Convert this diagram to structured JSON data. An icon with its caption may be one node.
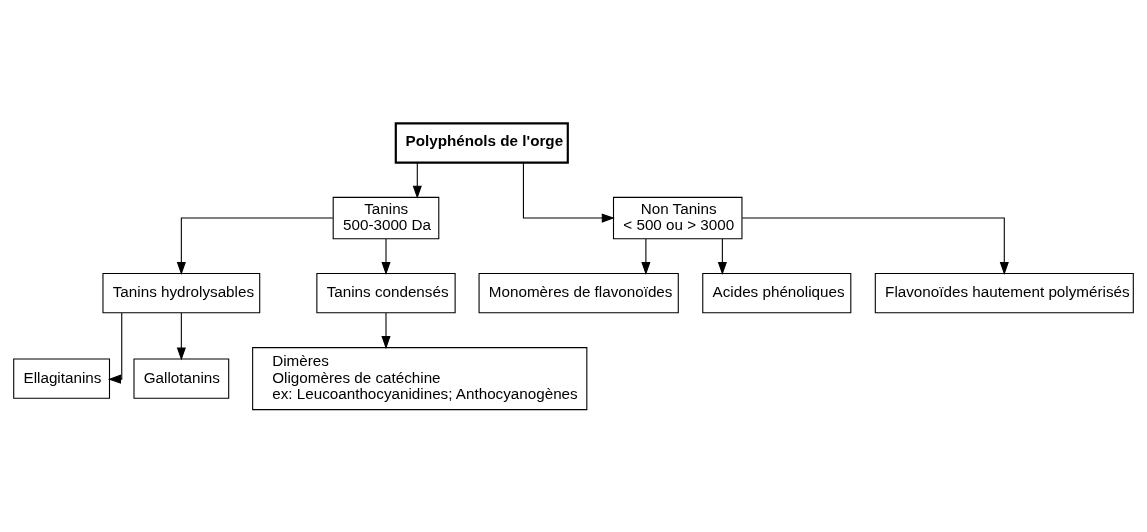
{
  "diagram": {
    "nodes": [
      {
        "text": [
          "Polyphénols de l'orge"
        ]
      },
      {
        "text": [
          "Tanins",
          "500-3000 Da"
        ]
      },
      {
        "text": [
          "Non Tanins",
          "< 500 ou > 3000"
        ]
      },
      {
        "text": [
          "Tanins hydrolysables"
        ]
      },
      {
        "text": [
          "Tanins condensés"
        ]
      },
      {
        "text": [
          "Monomères de flavonoïdes"
        ]
      },
      {
        "text": [
          "Acides phénoliques"
        ]
      },
      {
        "text": [
          "Flavonoïdes hautement polymérisés"
        ]
      },
      {
        "text": [
          "Ellagitanins"
        ]
      },
      {
        "text": [
          "Dimères",
          "Oligomères de catéchine",
          "ex: Leucoanthocyanidines; Anthocyanogènes"
        ]
      },
      {
        "text": [
          "Gallotanins"
        ]
      }
    ],
    "edges": [
      {
        "from": 0,
        "to": 1,
        "arrow": "to"
      },
      {
        "from": 0,
        "to": 2,
        "arrow": "to"
      },
      {
        "from": 1,
        "to": 3,
        "arrow": "to"
      },
      {
        "from": 1,
        "to": 4,
        "arrow": "to"
      },
      {
        "from": 2,
        "to": 5,
        "arrow": "to"
      },
      {
        "from": 2,
        "to": 6,
        "arrow": "to"
      },
      {
        "from": 2,
        "to": 7,
        "arrow": "to"
      },
      {
        "from": 3,
        "to": 8,
        "arrow": "to"
      },
      {
        "from": 4,
        "to": 9,
        "arrow": "to"
      },
      {
        "from": 3,
        "to": 10,
        "arrow": "to"
      }
    ]
  }
}
